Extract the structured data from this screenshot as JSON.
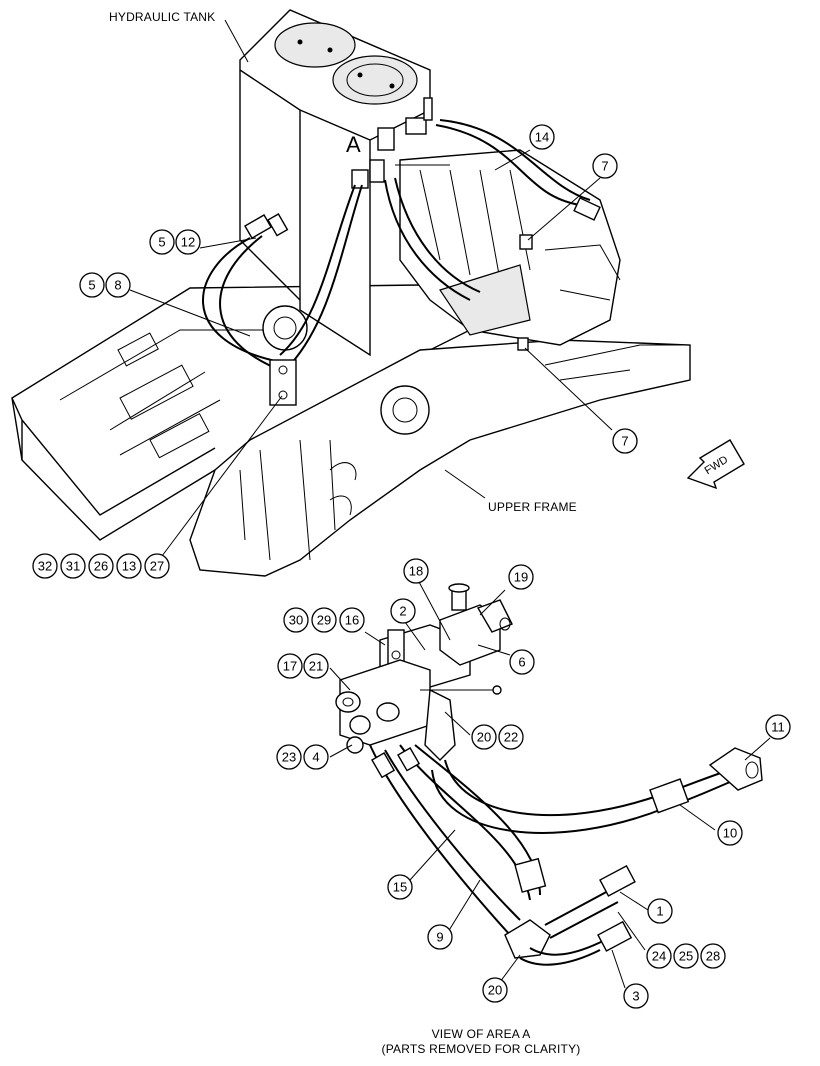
{
  "labels": {
    "hydraulic_tank": "HYDRAULIC TANK",
    "upper_frame": "UPPER FRAME",
    "area_letter": "A",
    "view_title": "VIEW OF AREA A",
    "view_subtitle": "(PARTS REMOVED FOR CLARITY)",
    "fwd": "FWD"
  },
  "callouts": {
    "top": [
      {
        "group": "g5-12",
        "items": [
          "5",
          "12"
        ]
      },
      {
        "group": "g5-8",
        "items": [
          "5",
          "8"
        ]
      },
      {
        "group": "g14",
        "items": [
          "14"
        ]
      },
      {
        "group": "g7-upper",
        "items": [
          "7"
        ]
      },
      {
        "group": "g7-lower",
        "items": [
          "7"
        ]
      },
      {
        "group": "g32-27",
        "items": [
          "32",
          "31",
          "26",
          "13",
          "27"
        ]
      }
    ],
    "detail": [
      {
        "group": "g18",
        "items": [
          "18"
        ]
      },
      {
        "group": "g19",
        "items": [
          "19"
        ]
      },
      {
        "group": "g2",
        "items": [
          "2"
        ]
      },
      {
        "group": "g30-16",
        "items": [
          "30",
          "29",
          "16"
        ]
      },
      {
        "group": "g17-21",
        "items": [
          "17",
          "21"
        ]
      },
      {
        "group": "g6",
        "items": [
          "6"
        ]
      },
      {
        "group": "g20-22",
        "items": [
          "20",
          "22"
        ]
      },
      {
        "group": "g23-4",
        "items": [
          "23",
          "4"
        ]
      },
      {
        "group": "g11",
        "items": [
          "11"
        ]
      },
      {
        "group": "g10",
        "items": [
          "10"
        ]
      },
      {
        "group": "g15",
        "items": [
          "15"
        ]
      },
      {
        "group": "g1",
        "items": [
          "1"
        ]
      },
      {
        "group": "g9",
        "items": [
          "9"
        ]
      },
      {
        "group": "g24-28",
        "items": [
          "24",
          "25",
          "28"
        ]
      },
      {
        "group": "g20-low",
        "items": [
          "20"
        ]
      },
      {
        "group": "g3",
        "items": [
          "3"
        ]
      }
    ]
  }
}
